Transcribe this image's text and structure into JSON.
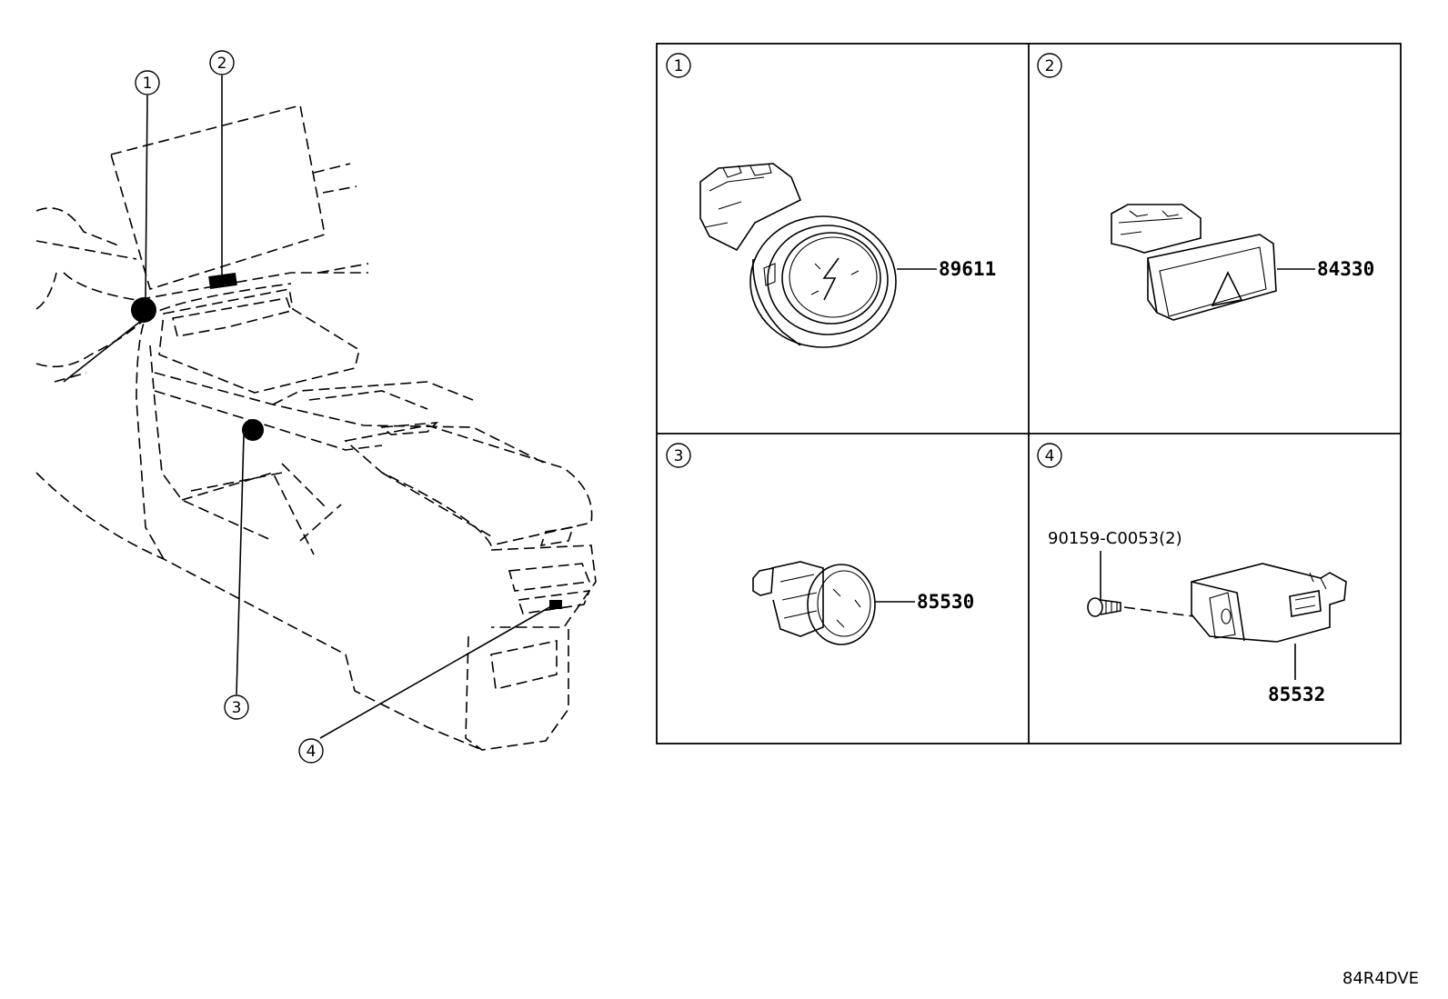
{
  "overview": {
    "callouts": [
      {
        "id": "1",
        "label": "1"
      },
      {
        "id": "2",
        "label": "2"
      },
      {
        "id": "3",
        "label": "3"
      },
      {
        "id": "4",
        "label": "4"
      }
    ]
  },
  "panels": [
    {
      "callout": "1",
      "part_number": "89611",
      "icon": "power-bolt-icon"
    },
    {
      "callout": "2",
      "part_number": "84330",
      "icon": "hazard-triangle-icon"
    },
    {
      "callout": "3",
      "part_number": "85530",
      "icon": "socket-cap-icon"
    },
    {
      "callout": "4",
      "part_number": "85532",
      "screw_part_number": "90159-C0053(2)",
      "icon": "usb-port-icon"
    }
  ],
  "diagram_code": "84R4DVE"
}
